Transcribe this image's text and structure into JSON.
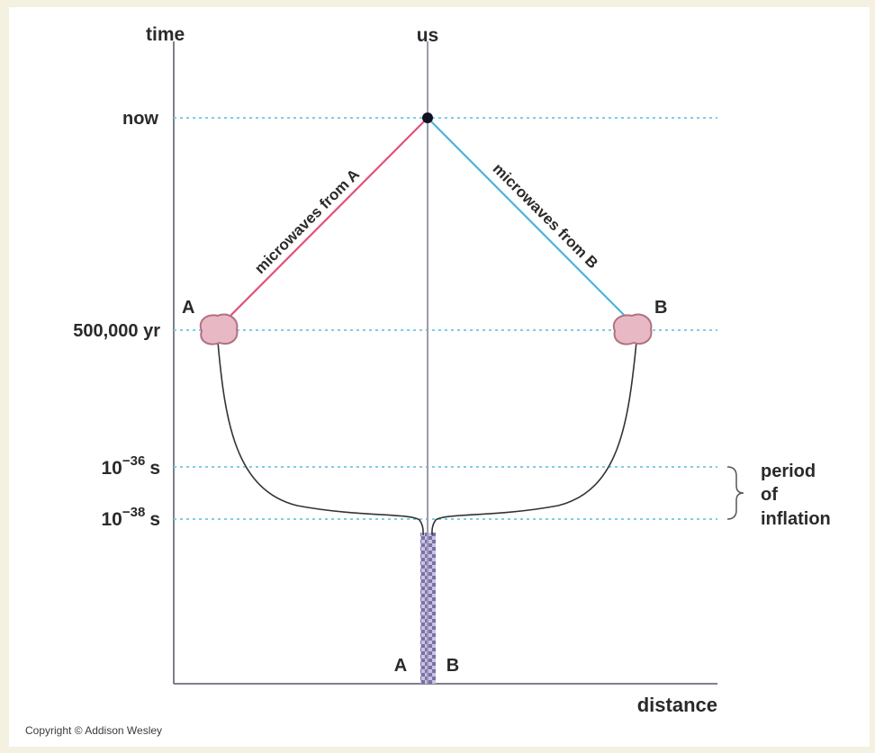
{
  "axes": {
    "y_label": "time",
    "x_label": "distance",
    "observer_label": "us"
  },
  "time_levels": {
    "now": "now",
    "recombination": "500,000 yr",
    "inflation_end_base": "10",
    "inflation_end_exp": "−36",
    "inflation_end_unit": "s",
    "inflation_start_base": "10",
    "inflation_start_exp": "−38",
    "inflation_start_unit": "s"
  },
  "regions": {
    "A": "A",
    "B": "B",
    "A_bottom": "A",
    "B_bottom": "B"
  },
  "rays": {
    "from_A": "microwaves from A",
    "from_B": "microwaves from B"
  },
  "bracket": {
    "line1": "period",
    "line2": "of",
    "line3": "inflation"
  },
  "copyright": "Copyright © Addison Wesley",
  "colors": {
    "ray_A": "#e0527a",
    "ray_B": "#4ab4dc",
    "dotted_guides": "#7fcde8",
    "axis": "#555566",
    "worldline": "#9a9ab0",
    "region_fill": "#e8b9c4",
    "region_stroke": "#b07080",
    "column_fill": "#8c7fb6",
    "curve": "#333333"
  }
}
